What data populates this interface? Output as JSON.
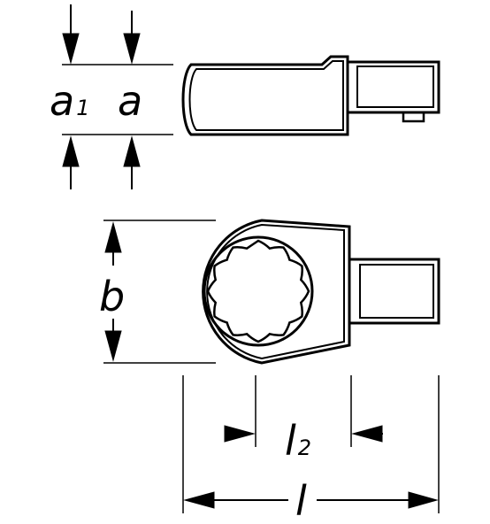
{
  "dimensions": {
    "a1": {
      "main": "a",
      "sub": "1"
    },
    "a": {
      "main": "a"
    },
    "b": {
      "main": "b"
    },
    "l2": {
      "main": "l",
      "sub": "2"
    },
    "l": {
      "main": "l"
    }
  },
  "colors": {
    "line": "#000000",
    "background": "#ffffff"
  }
}
